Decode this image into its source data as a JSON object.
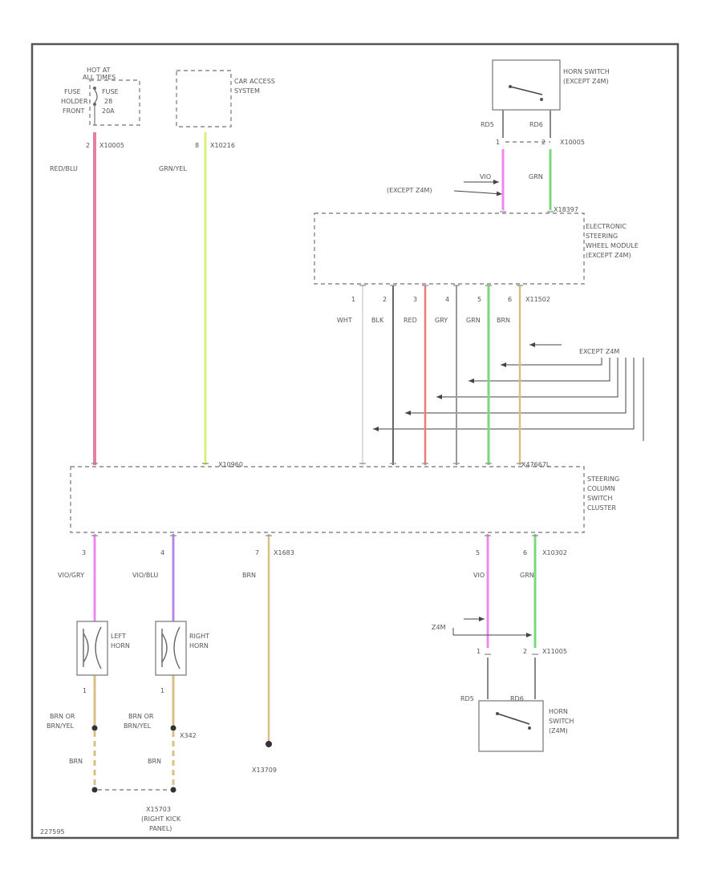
{
  "colors": {
    "red_blu": "#e37fa3",
    "grn_yel": "#d6f27a",
    "pink": "#ee88ee",
    "grn": "#7ad97a",
    "wht": "#dddddd",
    "blk": "#666666",
    "red": "#ef7a7a",
    "gry": "#9a9a9a",
    "brn": "#d9bf86",
    "violet": "#b388ee",
    "frame": "#555555"
  },
  "fuse": {
    "hot_at": "HOT AT",
    "all_times": "ALL TIMES",
    "holder_lines": [
      "FUSE",
      "HOLDER",
      "FRONT"
    ],
    "fuse_lines": [
      "FUSE",
      "28",
      "20A"
    ],
    "pin": "2",
    "connector": "X10005",
    "wire": "RED/BLU"
  },
  "car_access": {
    "lines": [
      "CAR ACCESS",
      "SYSTEM"
    ],
    "pin": "8",
    "connector": "X10216",
    "wire": "GRN/YEL"
  },
  "horn_switch_top": {
    "lines": [
      "HORN SWITCH",
      "(EXCEPT Z4M)"
    ],
    "wire_left": "RD5",
    "wire_right": "RD6",
    "pin_left": "1",
    "pin_right": "2",
    "connector": "X10005",
    "wire_lower_left": "VIO",
    "wire_lower_right": "GRN",
    "note": "(EXCEPT Z4M)"
  },
  "eswm": {
    "connector": "X18397",
    "lines": [
      "ELECTRONIC",
      "STEERING",
      "WHEEL MODULE",
      "(EXCEPT Z4M)"
    ],
    "pins": [
      "1",
      "2",
      "3",
      "4",
      "5",
      "6"
    ],
    "wires": [
      "WHT",
      "BLK",
      "RED",
      "GRY",
      "GRN",
      "BRN"
    ],
    "out_connector": "X11502",
    "except_label": "EXCEPT Z4M"
  },
  "scsc": {
    "connector_top": "X10960",
    "connector_right": "X47667L",
    "lines": [
      "STEERING",
      "COLUMN",
      "SWITCH",
      "CLUSTER"
    ]
  },
  "outputs": {
    "left_horn_pin": "3",
    "left_horn_wire": "VIO/GRY",
    "right_horn_pin": "4",
    "right_horn_wire": "VIO/BLU",
    "ground_pin": "7",
    "ground_conn": "X1683",
    "ground_wire": "BRN",
    "z4_pin_left": "5",
    "z4_pin_right": "6",
    "z4_conn": "X10302",
    "z4_wire_left": "VIO",
    "z4_wire_right": "GRN"
  },
  "horns": {
    "left_lines": [
      "LEFT",
      "HORN"
    ],
    "right_lines": [
      "RIGHT",
      "HORN"
    ],
    "left_pin": "1",
    "right_pin": "1",
    "left_wire_lines": [
      "BRN OR",
      "BRN/YEL"
    ],
    "right_wire_lines": [
      "BRN OR",
      "BRN/YEL"
    ],
    "splice": "X342",
    "lower_left_wire": "BRN",
    "lower_right_wire": "BRN",
    "ground_lines": [
      "X15703",
      "(RIGHT KICK",
      "PANEL)"
    ],
    "ground2": "X13709"
  },
  "horn_switch_z4m": {
    "z4m": "Z4M",
    "pin_left": "1",
    "pin_right": "2",
    "connector": "X11005",
    "wire_left": "RD5",
    "wire_right": "RD6",
    "lines": [
      "HORN",
      "SWITCH",
      "(Z4M)"
    ]
  },
  "figure_id": "227595"
}
